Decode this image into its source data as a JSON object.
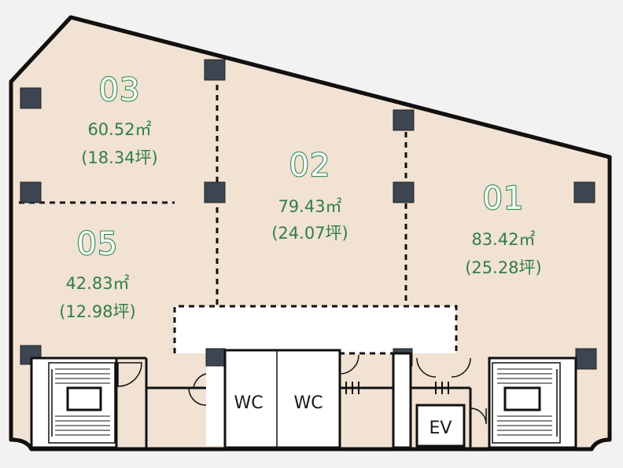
{
  "units": [
    {
      "id": "03",
      "area_m2": "60.52㎡",
      "area_tsubo": "(18.34坪)"
    },
    {
      "id": "02",
      "area_m2": "79.43㎡",
      "area_tsubo": "(24.07坪)"
    },
    {
      "id": "01",
      "area_m2": "83.42㎡",
      "area_tsubo": "(25.28坪)"
    },
    {
      "id": "05",
      "area_m2": "42.83㎡",
      "area_tsubo": "(12.98坪)"
    }
  ],
  "core": {
    "wc_left": "WC",
    "wc_right": "WC",
    "elevator": "EV"
  },
  "colors": {
    "room_fill": "#f1e2d3",
    "wall": "#111111",
    "column": "#3d4650",
    "unit_number_outline": "#2e8a4b",
    "area_text": "#2f7f47"
  }
}
